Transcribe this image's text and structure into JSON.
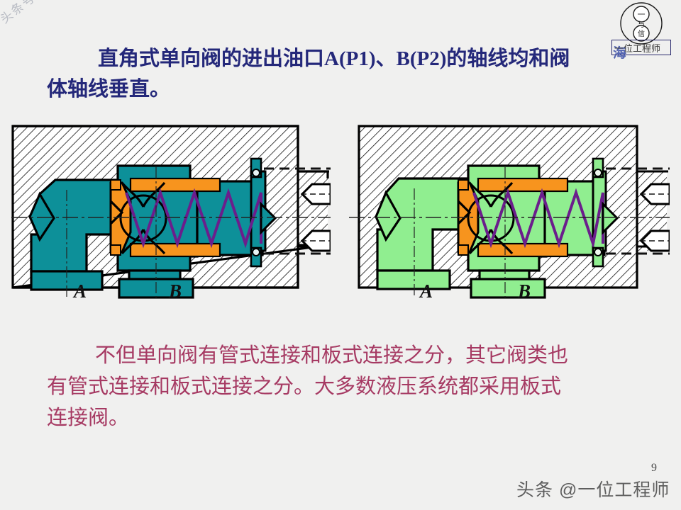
{
  "page": {
    "background": "#f0f0ef",
    "page_number": "9"
  },
  "watermarks": {
    "diagonal_top_left": "头条号：一位工程师",
    "footer": "头条 @一位工程师",
    "logo_label": "一位工程师",
    "logo_overlay": "海"
  },
  "headline": {
    "line1_part1": "直角式单向阀的进出油口",
    "line1_latin": "A(P1)",
    "line1_sep": "、",
    "line1_latin2": "B(P2)",
    "line1_part2": "的轴线均和阀",
    "line2": "体轴线垂直。",
    "color": "#24287a"
  },
  "paragraph": {
    "line1": "不但单向阀有管式连接和板式连接之分，其它阀类也",
    "line2": "有管式连接和板式连接之分。大多数液压系统都采用板式",
    "line3": "连接阀。",
    "color": "#a63a63"
  },
  "figures": [
    {
      "id": "pipe-connection-check-valve",
      "caption_port_a": "A",
      "caption_port_b": "B",
      "body_color": "#0d9099",
      "seal_color": "#f7941e",
      "spring_color": "#6b1e8c",
      "hatch_color": "#111111",
      "outline_color": "#000000"
    },
    {
      "id": "plate-connection-check-valve",
      "caption_port_a": "A",
      "caption_port_b": "B",
      "body_color": "#90ee90",
      "seal_color": "#f7941e",
      "spring_color": "#6b1e8c",
      "hatch_color": "#111111",
      "outline_color": "#000000"
    }
  ],
  "colors": {
    "headline_blue": "#24287a",
    "paragraph_maroon": "#a63a63",
    "teal": "#0d9099",
    "light_green": "#90ee90",
    "orange": "#f7941e",
    "purple_spring": "#6b1e8c",
    "page_bg": "#f0f0ef"
  }
}
